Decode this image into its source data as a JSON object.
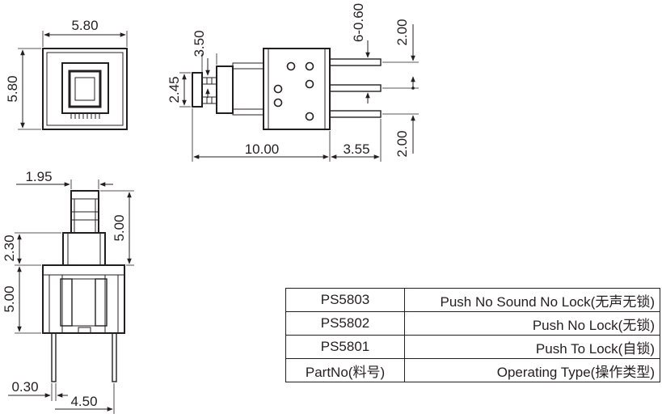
{
  "dimensions": {
    "top_width": "5.80",
    "top_height": "5.80",
    "side_plunger_height": "2.45",
    "side_plunger_travel": "3.50",
    "pin_spec": "6-0.60",
    "pin_pitch_top": "2.00",
    "pin_pitch_bottom": "2.00",
    "side_body_length": "10.00",
    "side_pin_length": "3.55",
    "front_plunger_width": "1.95",
    "front_upper_height": "5.00",
    "front_step_height": "2.30",
    "front_body_height": "5.00",
    "pin_thickness": "0.30",
    "pin_spacing": "4.50"
  },
  "table": {
    "rows": [
      {
        "part": "PS5803",
        "type": "Push No Sound No Lock(无声无锁)"
      },
      {
        "part": "PS5802",
        "type": "Push No Lock(无锁)"
      },
      {
        "part": "PS5801",
        "type": "Push To Lock(自锁)"
      },
      {
        "part": "PartNo(料号)",
        "type": "Operating Type(操作类型)"
      }
    ]
  }
}
